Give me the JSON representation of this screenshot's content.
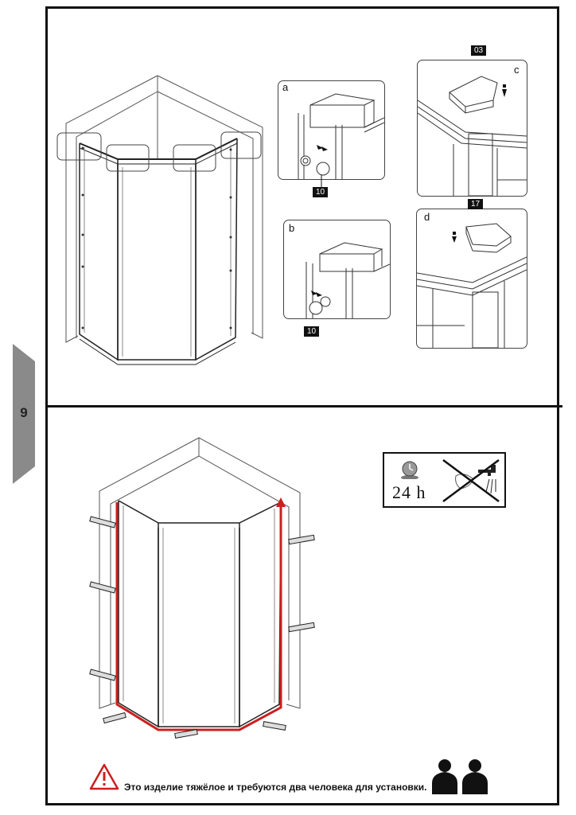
{
  "page_number": "9",
  "callouts": {
    "a": "a",
    "b": "b",
    "c": "c",
    "d": "d",
    "part_10_a": "10",
    "part_10_b": "10",
    "part_03": "03",
    "part_17": "17"
  },
  "cure_notice": {
    "duration": "24 h",
    "icons": [
      "clock-icon",
      "no-water-icon"
    ]
  },
  "warning": {
    "icon": "warning-triangle-icon",
    "text": "Это изделие тяжёлое и требуются два человека для установки.",
    "icons": [
      "person-icon",
      "person-icon"
    ]
  },
  "colors": {
    "line": "#111111",
    "gray_tab": "#8a8a8a",
    "sealant": "#cc1f1f"
  }
}
